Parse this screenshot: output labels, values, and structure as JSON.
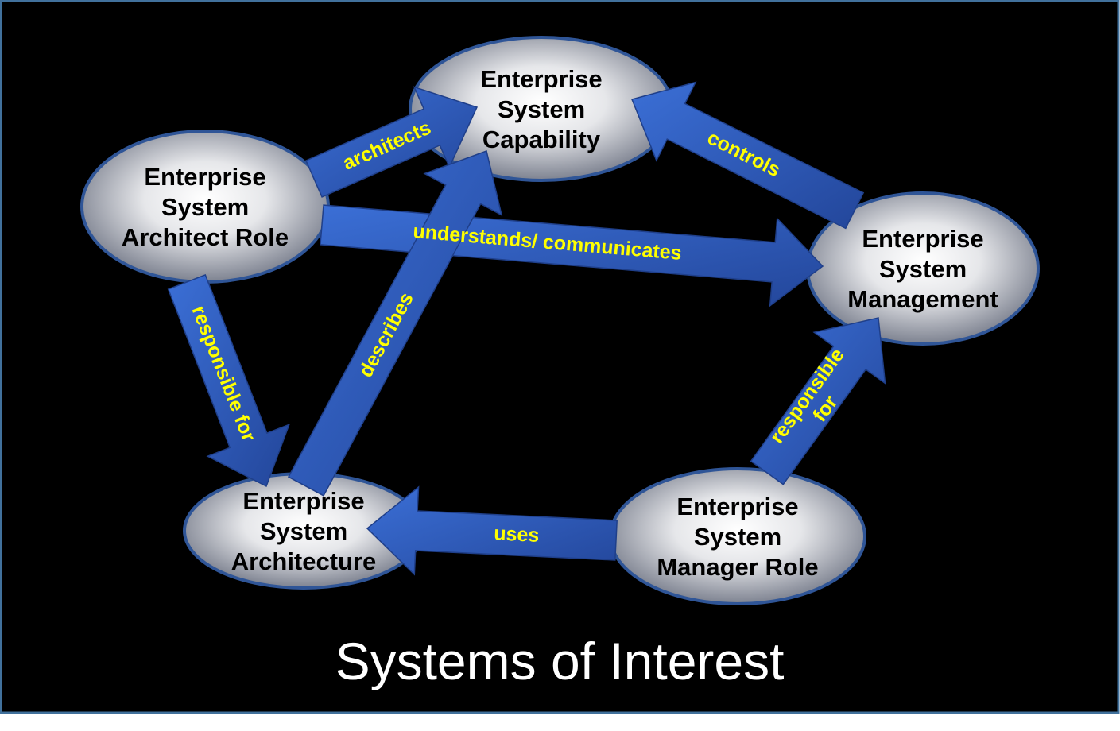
{
  "diagram": {
    "title": "Systems of Interest",
    "colors": {
      "background": "#000000",
      "frame": "#41719c",
      "arrow": "#3060c8",
      "node_stroke": "#2f5597",
      "label": "#ffff00"
    },
    "nodes": [
      {
        "id": "capability",
        "lines": [
          "Enterprise",
          "System",
          "Capability"
        ]
      },
      {
        "id": "architect-role",
        "lines": [
          "Enterprise",
          "System",
          "Architect Role"
        ]
      },
      {
        "id": "management",
        "lines": [
          "Enterprise",
          "System",
          "Management"
        ]
      },
      {
        "id": "architecture",
        "lines": [
          "Enterprise",
          "System",
          "Architecture"
        ]
      },
      {
        "id": "manager-role",
        "lines": [
          "Enterprise",
          "System",
          "Manager Role"
        ]
      }
    ],
    "edges": [
      {
        "from": "architect-role",
        "to": "capability",
        "label": [
          "architects"
        ]
      },
      {
        "from": "management",
        "to": "capability",
        "label": [
          "controls"
        ]
      },
      {
        "from": "architect-role",
        "to": "management",
        "label": [
          "understands/ communicates"
        ]
      },
      {
        "from": "architect-role",
        "to": "architecture",
        "label": [
          "responsible for"
        ]
      },
      {
        "from": "architecture",
        "to": "capability",
        "label": [
          "describes"
        ]
      },
      {
        "from": "manager-role",
        "to": "management",
        "label": [
          "responsible",
          "for"
        ]
      },
      {
        "from": "manager-role",
        "to": "architecture",
        "label": [
          "uses"
        ]
      }
    ]
  }
}
